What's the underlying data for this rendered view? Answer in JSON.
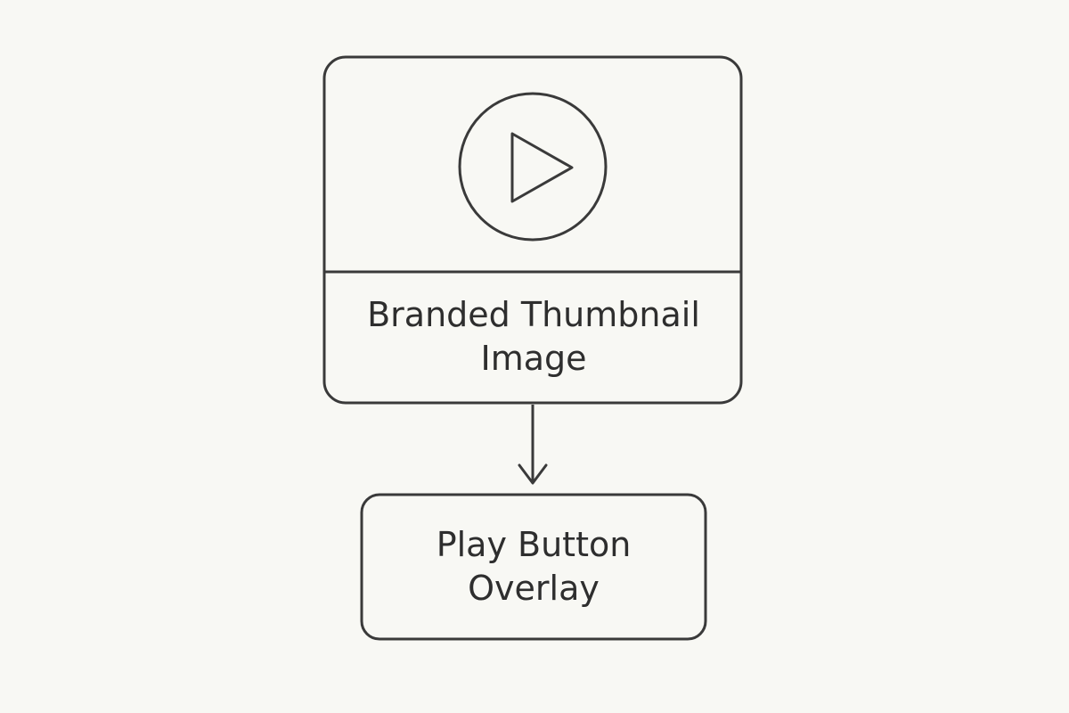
{
  "diagram": {
    "nodes": [
      {
        "id": "thumbnail",
        "label": "Branded Thumbnail\nImage",
        "icon": "play-circle-icon"
      },
      {
        "id": "overlay",
        "label": "Play Button\nOverlay"
      }
    ],
    "edges": [
      {
        "from": "thumbnail",
        "to": "overlay"
      }
    ],
    "colors": {
      "background": "#f8f8f4",
      "stroke": "#3a3a3a",
      "text": "#2e2e2e"
    }
  }
}
